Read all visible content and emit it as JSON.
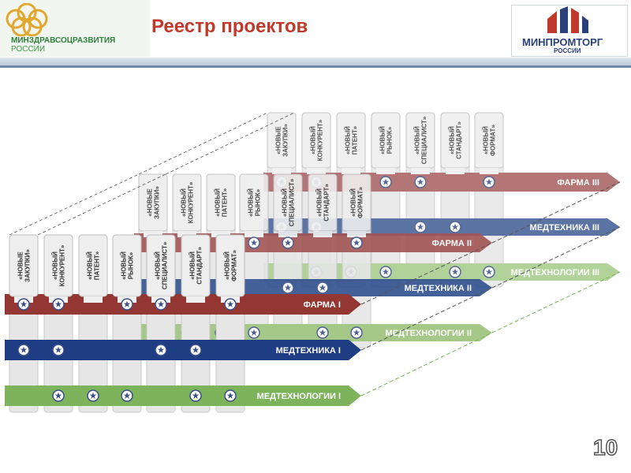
{
  "header": {
    "title": "Реестр проектов",
    "left_org": {
      "line1": "МИНЗДРАВСОЦРАЗВИТИЯ",
      "line2": "РОССИИ"
    },
    "right_org": {
      "line1": "МИНПРОМТОРГ",
      "line2": "РОССИИ"
    }
  },
  "tab_labels": [
    "«Новые закупки»",
    "«Новый конкурент»",
    "«Новый патент»",
    "«Новый рынок»",
    "«Новый специалист»",
    "«Новый стандарт»",
    "«Новый формат»"
  ],
  "arrows": [
    {
      "label": "ФАРМА III",
      "color": "#a65e5e"
    },
    {
      "label": "МЕДТЕХНИКА III",
      "color": "#3f5c93"
    },
    {
      "label": "ФАРМА II",
      "color": "#a35454"
    },
    {
      "label": "МЕДТЕХНОЛОГИИ III",
      "color": "#a4cc88"
    },
    {
      "label": "МЕДТЕХНИКА II",
      "color": "#2f4f8f"
    },
    {
      "label": "ФАРМА I",
      "color": "#943733"
    },
    {
      "label": "МЕДТЕХНОЛОГИИ II",
      "color": "#9cc37c"
    },
    {
      "label": "МЕДТЕХНИКА I",
      "color": "#1f3d82"
    },
    {
      "label": "МЕДТЕХНОЛОГИИ I",
      "color": "#7db35a"
    }
  ],
  "colors": {
    "title_red": "#c0392b",
    "dashed_line": "#555555",
    "green_dashed": "#7db35a",
    "tab_fill": "#e8e8e8"
  },
  "icons": [
    "logo-rings-icon",
    "ministry-building-icon",
    "star-circle-icon"
  ],
  "page_number": "10"
}
